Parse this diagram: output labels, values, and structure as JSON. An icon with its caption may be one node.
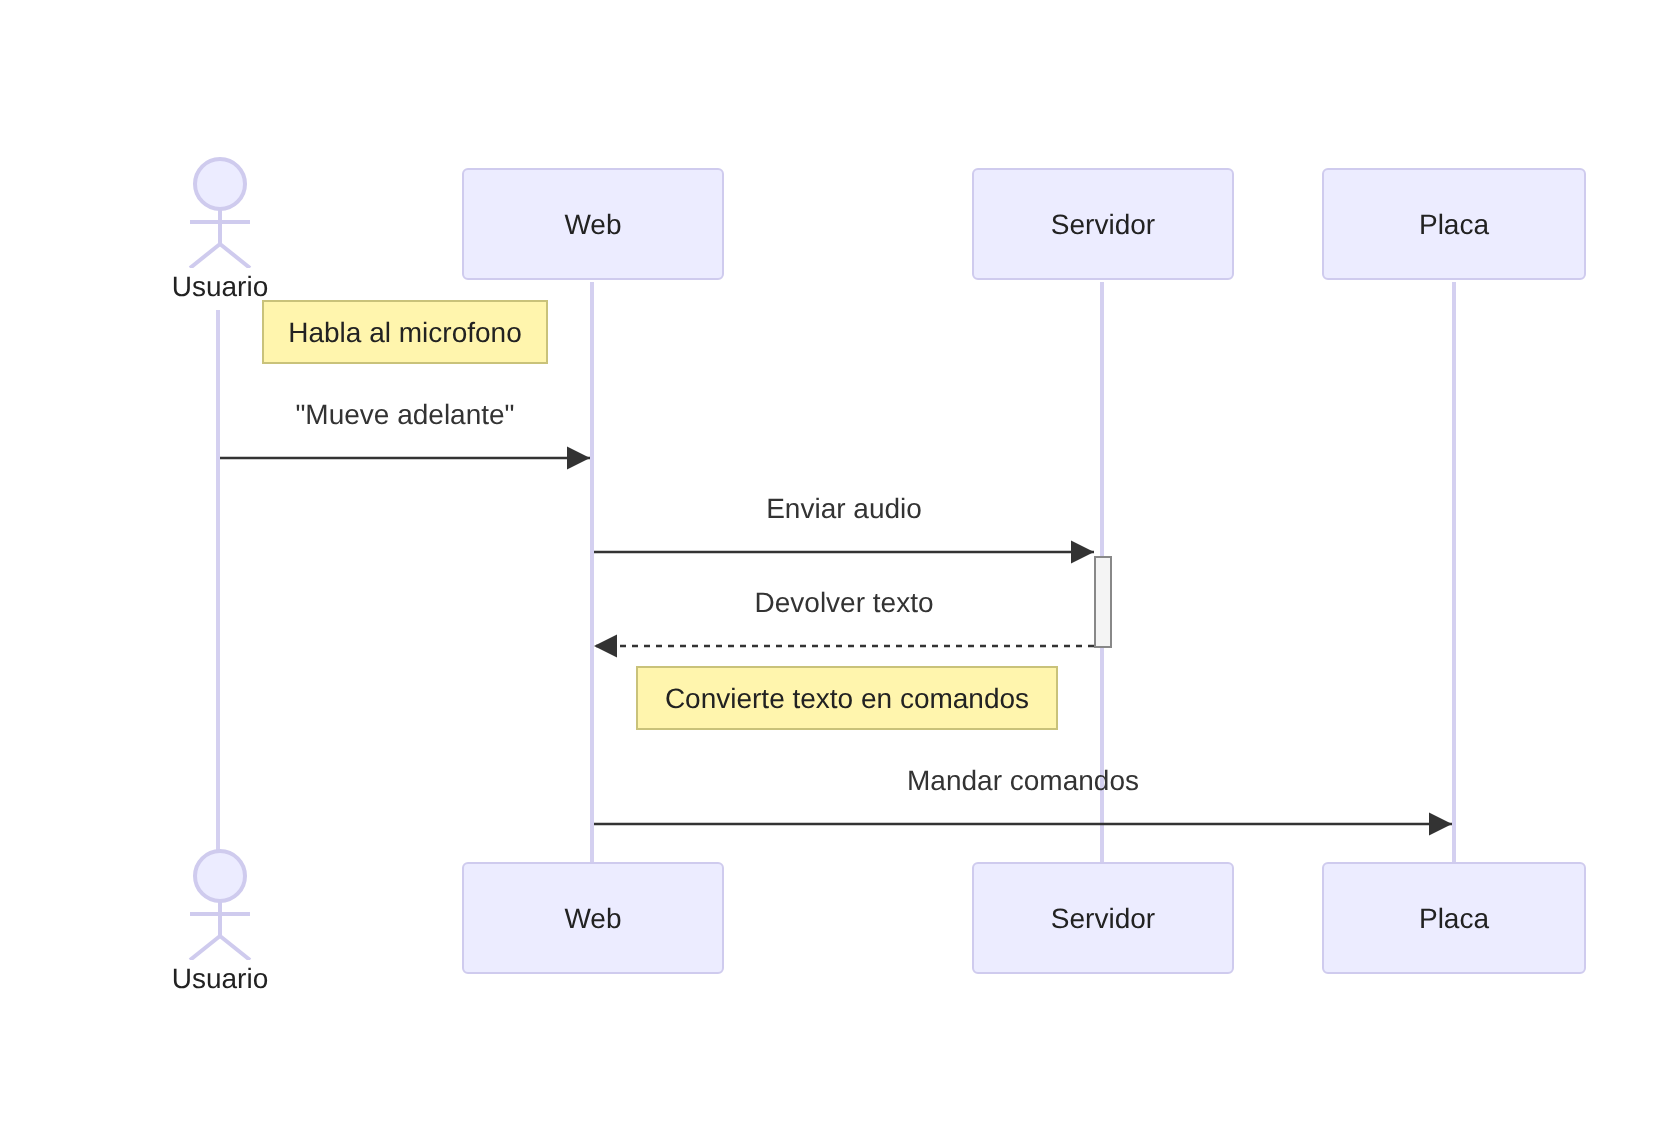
{
  "diagram": {
    "nodes": [
      {
        "text": [
          "Usuario"
        ]
      },
      {
        "text": [
          "Web"
        ]
      },
      {
        "text": [
          "Servidor"
        ]
      },
      {
        "text": [
          "Placa"
        ]
      },
      {
        "text": [],
        "shape": "line"
      },
      {
        "text": [],
        "shape": "line"
      },
      {
        "text": [],
        "shape": "line"
      },
      {
        "text": [],
        "shape": "line"
      },
      {
        "text": [
          "Habla al microfono"
        ]
      },
      {
        "text": [],
        "shape": "bar"
      },
      {
        "text": [
          "Convierte texto en comandos"
        ]
      },
      {
        "text": [
          "Usuario"
        ]
      },
      {
        "text": [
          "Web"
        ]
      },
      {
        "text": [
          "Servidor"
        ]
      },
      {
        "text": [
          "Placa"
        ]
      }
    ],
    "edges": [
      {
        "from": 4,
        "to": 5,
        "arrow": "to",
        "label": "\"Mueve adelante\""
      },
      {
        "from": 5,
        "to": 9,
        "arrow": "to",
        "label": "Enviar audio"
      },
      {
        "from": 9,
        "to": 5,
        "arrow": "to",
        "label": "Devolver texto",
        "style": "dashed"
      },
      {
        "from": 5,
        "to": 7,
        "arrow": "to",
        "label": "Mandar comandos"
      }
    ]
  }
}
